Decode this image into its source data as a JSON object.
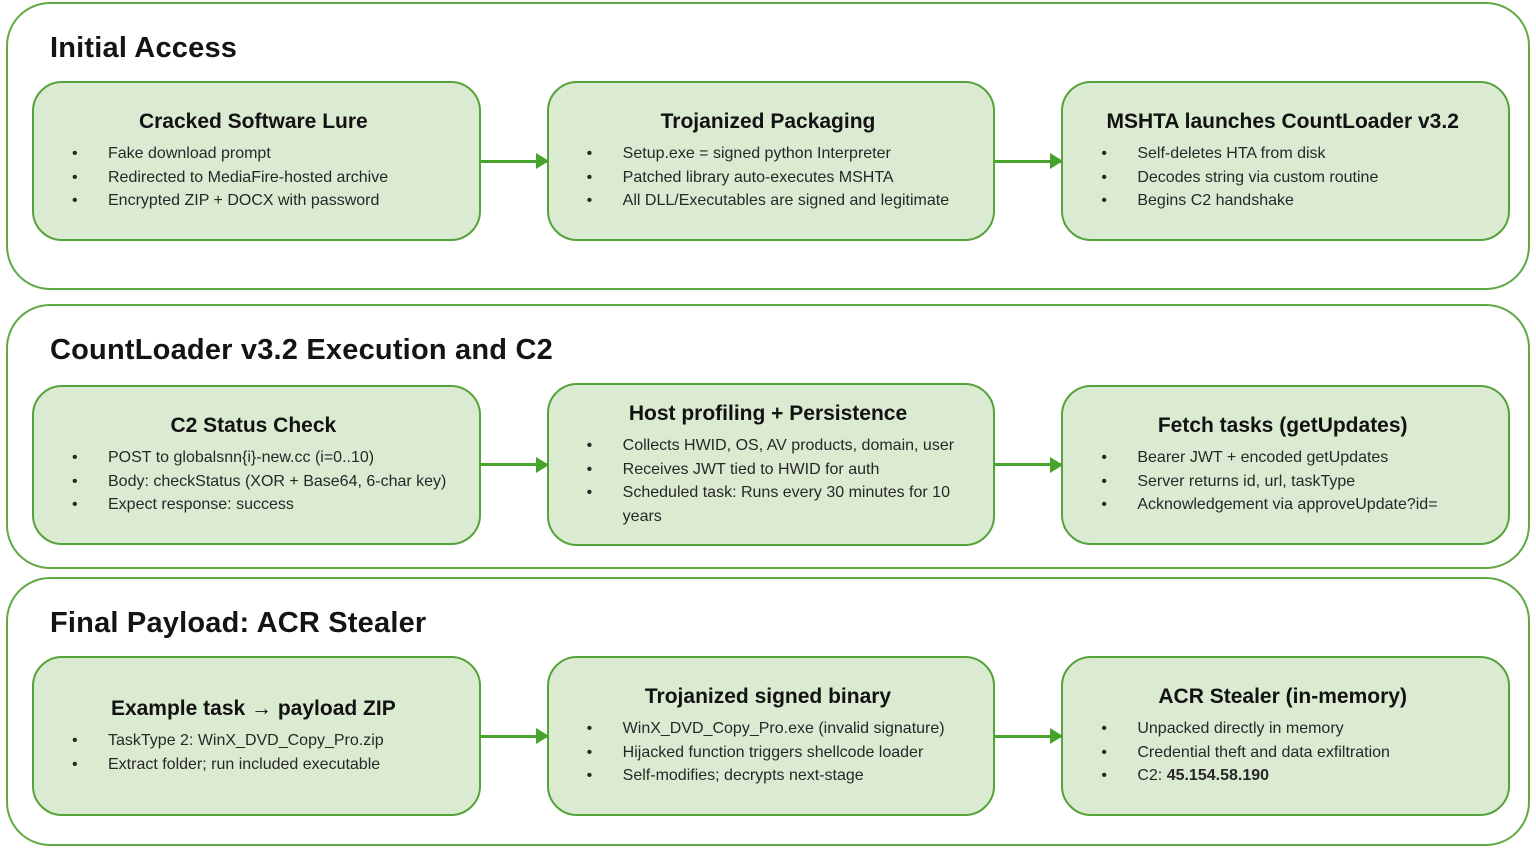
{
  "colors": {
    "box_fill": "#dbebd2",
    "box_border": "#55a33a",
    "section_border": "#5fa945",
    "arrow_green": "#47a32b",
    "text": "#272727"
  },
  "sections": [
    {
      "title": "Initial Access",
      "boxes": [
        {
          "title": "Cracked Software Lure",
          "bullets": [
            "Fake download prompt",
            "Redirected to MediaFire-hosted archive",
            "Encrypted ZIP + DOCX with password"
          ]
        },
        {
          "title": "Trojanized Packaging",
          "bullets": [
            "Setup.exe = signed python Interpreter",
            "Patched library auto-executes MSHTA",
            "All DLL/Executables are signed and legitimate"
          ]
        },
        {
          "title": "MSHTA launches CountLoader v3.2",
          "bullets": [
            "Self-deletes HTA from disk",
            "Decodes string via custom routine",
            "Begins C2 handshake"
          ]
        }
      ]
    },
    {
      "title": "CountLoader v3.2 Execution and C2",
      "boxes": [
        {
          "title": "C2 Status Check",
          "bullets": [
            "POST to globalsnn{i}-new.cc (i=0..10)",
            "Body: checkStatus (XOR + Base64, 6-char key)",
            "Expect response: success"
          ]
        },
        {
          "title": "Host profiling + Persistence",
          "bullets": [
            "Collects HWID, OS, AV products, domain, user",
            "Receives JWT tied to HWID for auth",
            "Scheduled task: Runs every 30 minutes for 10 years"
          ]
        },
        {
          "title": "Fetch tasks (getUpdates)",
          "bullets": [
            "Bearer JWT + encoded getUpdates",
            "Server returns id, url, taskType",
            "Acknowledgement via approveUpdate?id="
          ]
        }
      ]
    },
    {
      "title": "Final Payload: ACR Stealer",
      "boxes": [
        {
          "title": "Example task → payload ZIP",
          "bullets": [
            "TaskType 2: WinX_DVD_Copy_Pro.zip",
            "Extract folder; run included executable"
          ]
        },
        {
          "title": "Trojanized signed binary",
          "bullets": [
            "WinX_DVD_Copy_Pro.exe (invalid signature)",
            "Hijacked function triggers shellcode loader",
            "Self-modifies; decrypts next-stage"
          ]
        },
        {
          "title": "ACR Stealer (in-memory)",
          "bullets": [
            "Unpacked directly in memory",
            "Credential theft and data exfiltration",
            {
              "text": "C2: ",
              "bold": "45.154.58.190"
            }
          ]
        }
      ]
    }
  ]
}
